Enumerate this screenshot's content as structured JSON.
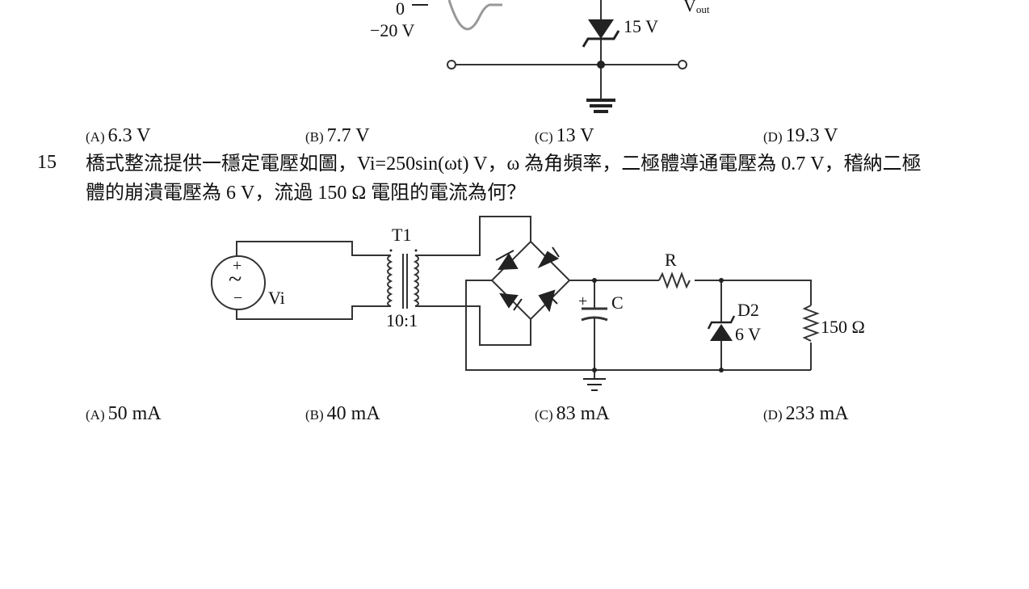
{
  "prev_question": {
    "figure": {
      "axis_zero": "0",
      "axis_min": "−20 V",
      "zener_label": "15 V",
      "vout_main": "V",
      "vout_sub": "out"
    },
    "options": [
      {
        "tag": "(A)",
        "text": "6.3 V"
      },
      {
        "tag": "(B)",
        "text": "7.7 V"
      },
      {
        "tag": "(C)",
        "text": "13 V"
      },
      {
        "tag": "(D)",
        "text": "19.3 V"
      }
    ]
  },
  "question15": {
    "number": "15",
    "text_line1": "橋式整流提供一穩定電壓如圖，Vi=250sin(ωt) V，ω 為角頻率，二極體導通電壓為 0.7 V，稽納二極",
    "text_line2": "體的崩潰電壓為 6 V，流過 150 Ω 電阻的電流為何？",
    "figure": {
      "transformer_label": "T1",
      "transformer_ratio": "10:1",
      "source_label": "Vi",
      "source_plus": "+",
      "source_minus": "−",
      "source_tilde": "~",
      "cap_label": "C",
      "cap_plus": "+",
      "resistor_label": "R",
      "zener_label": "D2",
      "zener_voltage": "6 V",
      "load_label": "150 Ω"
    },
    "options": [
      {
        "tag": "(A)",
        "text": "50 mA"
      },
      {
        "tag": "(B)",
        "text": "40 mA"
      },
      {
        "tag": "(C)",
        "text": "83 mA"
      },
      {
        "tag": "(D)",
        "text": "233 mA"
      }
    ]
  }
}
